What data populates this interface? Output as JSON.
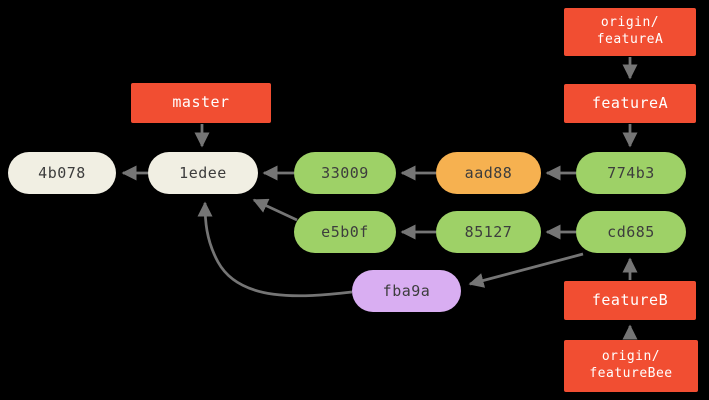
{
  "diagram": {
    "type": "git-commit-graph",
    "background": "#000000",
    "arrow_color": "#757575",
    "ref_box_color": "#f14e32",
    "ref_text_color": "#ffffff",
    "commit_text_color": "#3d3d3d",
    "commit_fill": {
      "mainline": "#f1efe3",
      "branch": "#9ed167",
      "amended": "#f6b150",
      "squashed": "#d9aef2"
    }
  },
  "refs": {
    "master": {
      "label": "master"
    },
    "origin_featureA": {
      "line1": "origin/",
      "line2": "featureA"
    },
    "featureA": {
      "label": "featureA"
    },
    "featureB": {
      "label": "featureB"
    },
    "origin_featureBee": {
      "line1": "origin/",
      "line2": "featureBee"
    }
  },
  "commits": {
    "c4b078": {
      "label": "4b078"
    },
    "c1edee": {
      "label": "1edee"
    },
    "c33009": {
      "label": "33009"
    },
    "caad88": {
      "label": "aad88"
    },
    "c774b3": {
      "label": "774b3"
    },
    "ce5b0f": {
      "label": "e5b0f"
    },
    "c85127": {
      "label": "85127"
    },
    "ccd685": {
      "label": "cd685"
    },
    "cfba9a": {
      "label": "fba9a"
    }
  },
  "edges": [
    {
      "from": "1edee",
      "to": "4b078"
    },
    {
      "from": "33009",
      "to": "1edee"
    },
    {
      "from": "aad88",
      "to": "33009"
    },
    {
      "from": "774b3",
      "to": "aad88"
    },
    {
      "from": "e5b0f",
      "to": "1edee"
    },
    {
      "from": "85127",
      "to": "e5b0f"
    },
    {
      "from": "cd685",
      "to": "85127"
    },
    {
      "from": "fba9a",
      "to": "1edee"
    },
    {
      "from": "cd685",
      "to": "fba9a"
    },
    {
      "from": "master",
      "to": "1edee"
    },
    {
      "from": "origin/featureA",
      "to": "featureA"
    },
    {
      "from": "featureA",
      "to": "774b3"
    },
    {
      "from": "featureB",
      "to": "cd685"
    },
    {
      "from": "origin/featureBee",
      "to": "featureB"
    }
  ]
}
